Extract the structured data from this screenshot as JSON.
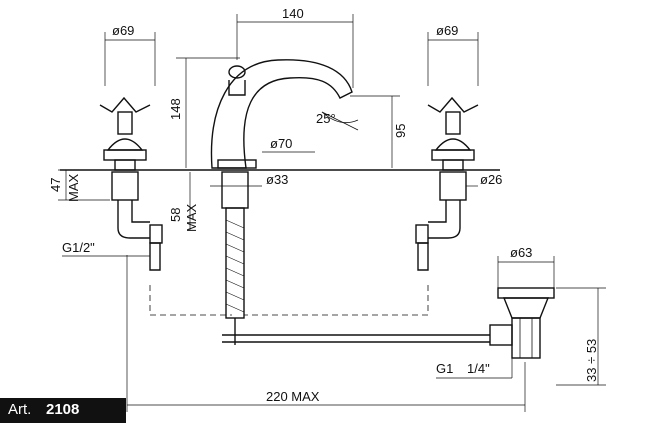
{
  "labels": {
    "top_width": "140",
    "left_handle_dia": "ø69",
    "right_handle_dia": "ø69",
    "height_148": "148",
    "height_95": "95",
    "angle": "25°",
    "base_dia": "ø70",
    "shank_dia": "ø33",
    "right_shank_dia": "ø26",
    "deck_max": "47",
    "deck_max_unit": "MAX",
    "shank_max": "58",
    "shank_max_unit": "MAX",
    "inlet_thread": "G1/2\"",
    "waste_dia": "ø63",
    "waste_thread_a": "G1",
    "waste_thread_b": "1/4\"",
    "waste_range": "33 ÷ 53",
    "overall": "220  MAX"
  },
  "badge": {
    "prefix": "Art.",
    "number": "2108"
  }
}
